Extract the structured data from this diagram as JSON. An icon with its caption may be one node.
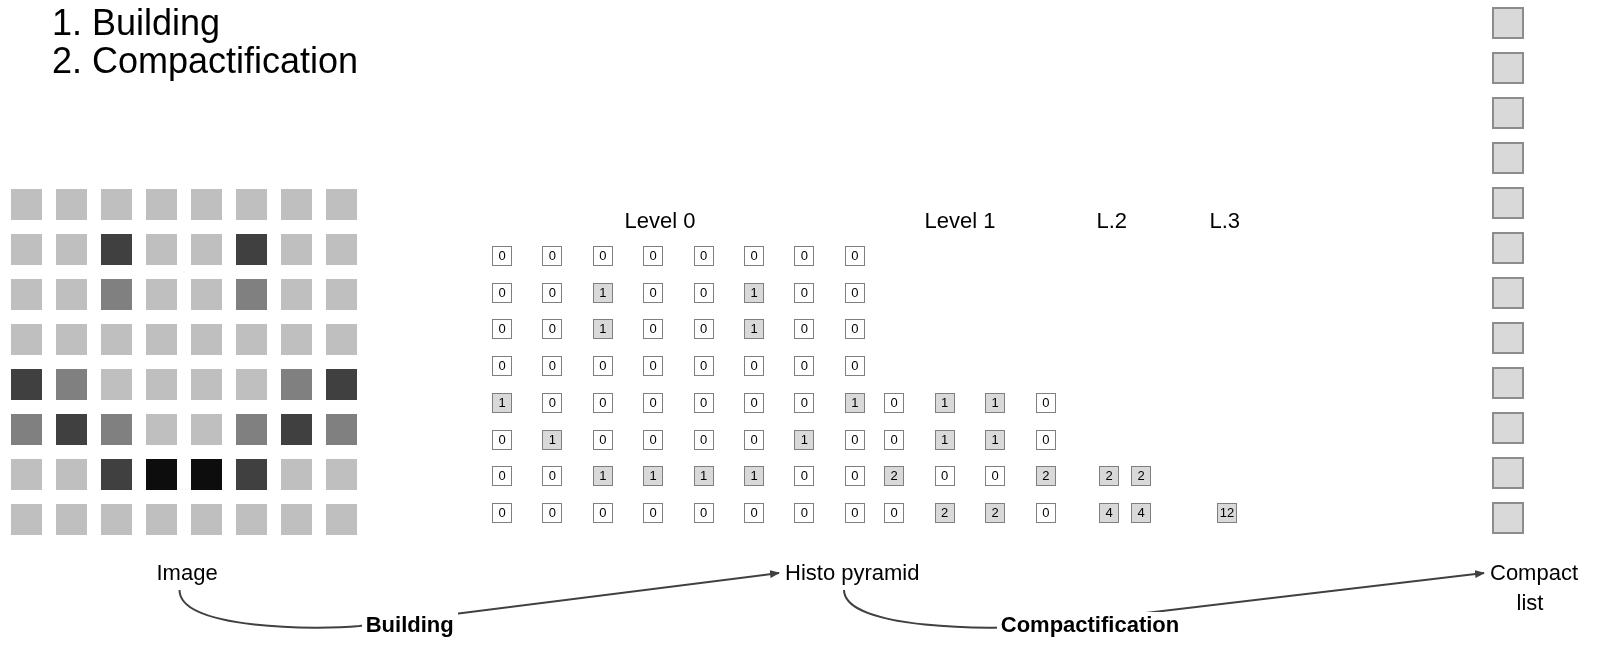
{
  "diagram": {
    "nodes": [
      {
        "text": [
          "Image"
        ]
      },
      {
        "text": [
          "Histo pyramid"
        ]
      },
      {
        "text": [
          "Compact list"
        ]
      }
    ],
    "edges": [
      {
        "from": 0,
        "to": 1,
        "arrow": "to",
        "label": "Building"
      },
      {
        "from": 1,
        "to": 2,
        "arrow": "to",
        "label": "Compactification"
      }
    ],
    "labels": [
      "1. Building",
      "2. Compactification",
      "Level 0",
      "Level 1",
      "L.2",
      "L.3",
      "0",
      "0",
      "0",
      "0",
      "0",
      "0",
      "0",
      "0",
      "0",
      "0",
      "1",
      "0",
      "0",
      "1",
      "0",
      "0",
      "0",
      "0",
      "1",
      "0",
      "0",
      "1",
      "0",
      "0",
      "0",
      "0",
      "0",
      "0",
      "0",
      "0",
      "0",
      "0",
      "1",
      "0",
      "0",
      "0",
      "0",
      "0",
      "0",
      "1",
      "0",
      "1",
      "0",
      "0",
      "0",
      "0",
      "1",
      "0",
      "0",
      "0",
      "1",
      "1",
      "1",
      "1",
      "0",
      "0",
      "0",
      "0",
      "0",
      "0",
      "0",
      "0",
      "0",
      "0",
      "0",
      "1",
      "1",
      "0",
      "0",
      "1",
      "1",
      "0",
      "2",
      "0",
      "0",
      "2",
      "0",
      "2",
      "2",
      "0",
      "2",
      "2",
      "4",
      "4",
      "12"
    ]
  }
}
